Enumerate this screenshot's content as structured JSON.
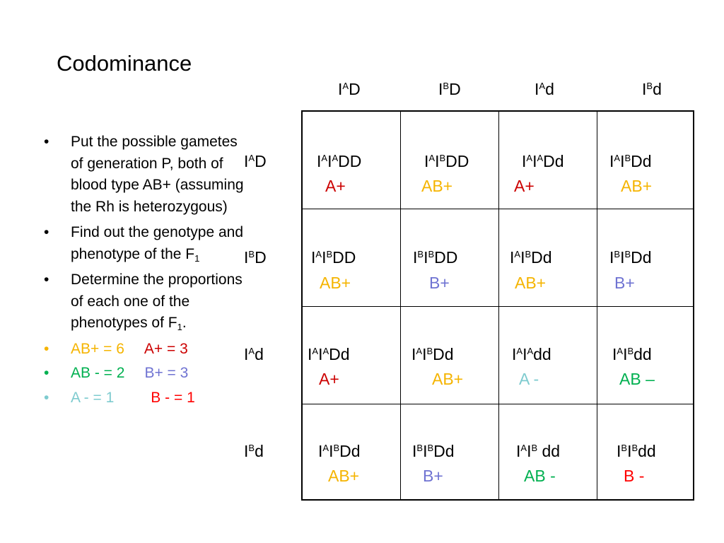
{
  "title": "Codominance",
  "colors": {
    "ab_pos": "#f5b400",
    "a_pos": "#cc0000",
    "ab_neg": "#00b050",
    "b_pos": "#6f73d2",
    "a_neg": "#7ecbcf",
    "b_neg": "#ff0000"
  },
  "bullets": [
    {
      "dot": "•",
      "text": "Put the possible gametes of generation P, both of blood type AB+ (assuming the Rh is heterozygous)"
    },
    {
      "dot": "•",
      "text": "Find out the genotype and phenotype of the F",
      "sub": "1"
    },
    {
      "dot": "•",
      "text": "Determine the proportions of each one of the phenotypes of F",
      "sub": "1",
      "tail": "."
    }
  ],
  "summary": [
    {
      "dot": "•",
      "left": "AB+ = 6",
      "right": "A+ = 3"
    },
    {
      "dot": "•",
      "left": "AB - = 2",
      "right": "B+ = 3"
    },
    {
      "dot": "•",
      "left": "A - = 1",
      "right": "B - = 1"
    }
  ],
  "columns": [
    {
      "base": "I",
      "sup": "A",
      "rest": "D"
    },
    {
      "base": "I",
      "sup": "B",
      "rest": "D"
    },
    {
      "base": "I",
      "sup": "A",
      "rest": "d"
    },
    {
      "base": "I",
      "sup": "B",
      "rest": "d"
    }
  ],
  "rows": [
    {
      "base": "I",
      "sup": "A",
      "rest": "D"
    },
    {
      "base": "I",
      "sup": "B",
      "rest": "D"
    },
    {
      "base": "I",
      "sup": "A",
      "rest": "d"
    },
    {
      "base": "I",
      "sup": "B",
      "rest": "d"
    }
  ],
  "cells": [
    [
      {
        "g": [
          "I",
          "A",
          "I",
          "A",
          "DD"
        ],
        "p": "A+"
      },
      {
        "g": [
          "I",
          "A",
          "I",
          "B",
          "DD"
        ],
        "p": "AB+"
      },
      {
        "g": [
          "I",
          "A",
          "I",
          "A",
          "Dd"
        ],
        "p": "A+"
      },
      {
        "g": [
          "I",
          "A",
          "I",
          "B",
          "Dd"
        ],
        "p": "AB+"
      }
    ],
    [
      {
        "g": [
          "I",
          "A",
          "I",
          "B",
          "DD"
        ],
        "p": "AB+"
      },
      {
        "g": [
          "I",
          "B",
          "I",
          "B",
          "DD"
        ],
        "p": "B+"
      },
      {
        "g": [
          "I",
          "A",
          "I",
          "B",
          "Dd"
        ],
        "p": "AB+"
      },
      {
        "g": [
          "I",
          "B",
          "I",
          "B",
          "Dd"
        ],
        "p": "B+"
      }
    ],
    [
      {
        "g": [
          "I",
          "A",
          "I",
          "A",
          "Dd"
        ],
        "p": "A+"
      },
      {
        "g": [
          "I",
          "A",
          "I",
          "B",
          "Dd"
        ],
        "p": "AB+"
      },
      {
        "g": [
          "I",
          "A",
          "I",
          "A",
          "dd"
        ],
        "p": "A -"
      },
      {
        "g": [
          "I",
          "A",
          "I",
          "B",
          "dd"
        ],
        "p": "AB –"
      }
    ],
    [
      {
        "g": [
          "I",
          "A",
          "I",
          "B",
          "Dd"
        ],
        "p": "AB+"
      },
      {
        "g": [
          "I",
          "B",
          "I",
          "B",
          "Dd"
        ],
        "p": "B+"
      },
      {
        "g": [
          "I",
          "A",
          "I",
          "B",
          " dd"
        ],
        "p": "AB -"
      },
      {
        "g": [
          "I",
          "B",
          "I",
          "B",
          "dd"
        ],
        "p": "B -"
      }
    ]
  ]
}
